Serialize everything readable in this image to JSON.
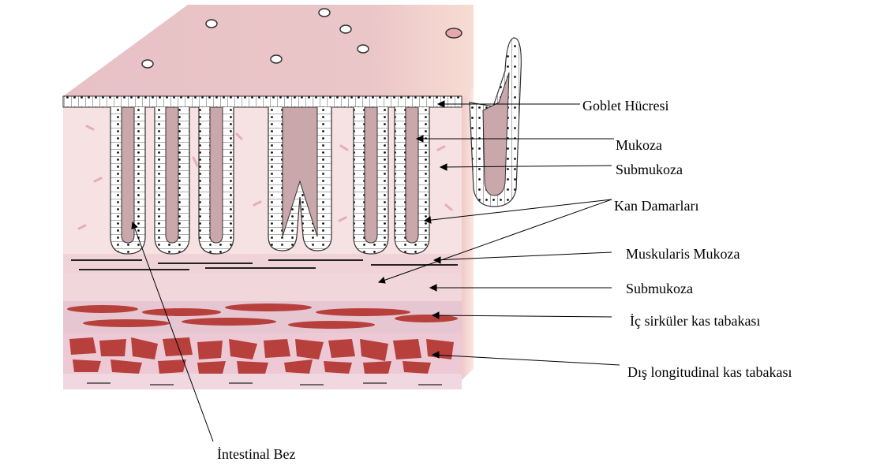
{
  "diagram": {
    "labels": {
      "goblet": "Goblet Hücresi",
      "mukoza": "Mukoza",
      "submukoza_top": "Submukoza",
      "kan": "Kan Damarları",
      "muskularis": "Muskularis Mukoza",
      "submukoza_bottom": "Submukoza",
      "ic": "İç sirküler kas tabakası",
      "dis": "Dış longitudinal kas tabakası",
      "intestinal": "İntestinal Bez"
    }
  },
  "colors": {
    "top_surface": "#e8c3c7",
    "lamina": "#f6e1e3",
    "gland_lumen": "#c9a7ab",
    "side_face": "#f3d6d2",
    "muscle": "#b8403c",
    "muscle_band": "#e6c6d1"
  }
}
